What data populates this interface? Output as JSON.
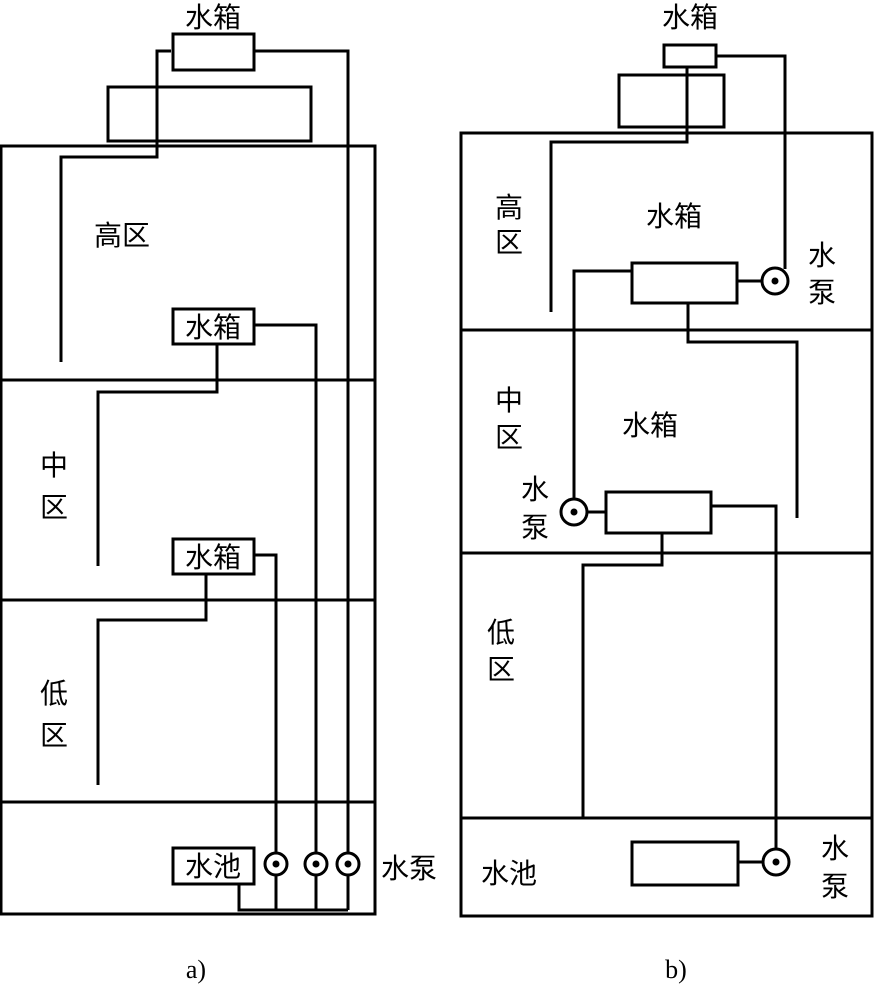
{
  "diagram_a": {
    "caption": "a)",
    "roof_tank": "水箱",
    "zone_high": "高区",
    "zone_mid_1": "中",
    "zone_mid_2": "区",
    "zone_low_1": "低",
    "zone_low_2": "区",
    "tank_mid": "水箱",
    "tank_low": "水箱",
    "pool": "水池",
    "pump": "水泵"
  },
  "diagram_b": {
    "caption": "b)",
    "roof_tank": "水箱",
    "zone_high_1": "高",
    "zone_high_2": "区",
    "tank_high": "水箱",
    "pump_high_1": "水",
    "pump_high_2": "泵",
    "zone_mid_1": "中",
    "zone_mid_2": "区",
    "tank_mid": "水箱",
    "pump_mid_1": "水",
    "pump_mid_2": "泵",
    "zone_low_1": "低",
    "zone_low_2": "区",
    "pool": "水池",
    "pump_pool_1": "水",
    "pump_pool_2": "泵"
  }
}
